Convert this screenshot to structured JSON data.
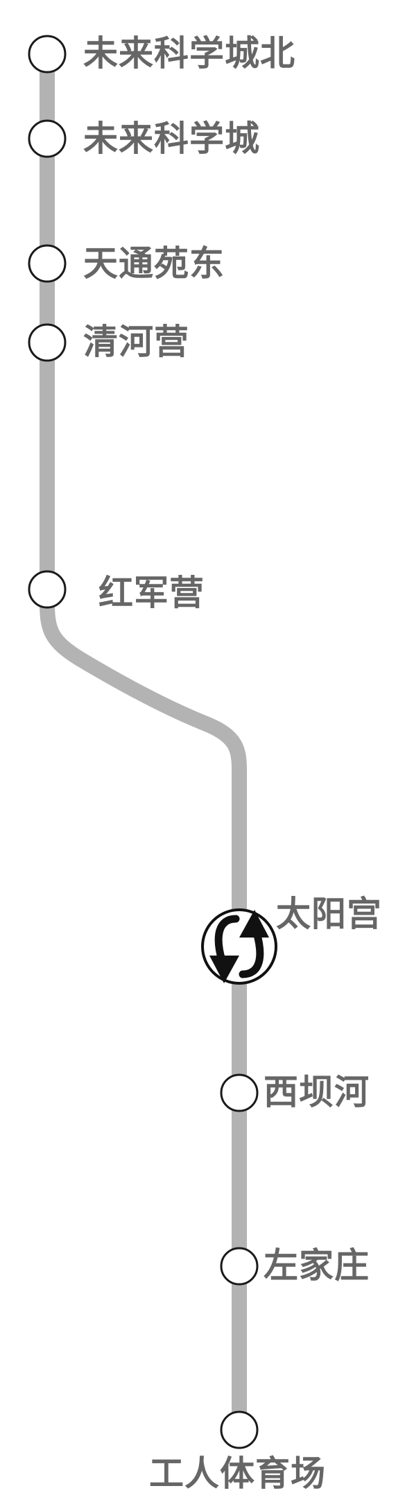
{
  "line": {
    "color": "#b3b3b3",
    "stations": [
      {
        "name": "未来科学城北",
        "transfer": false
      },
      {
        "name": "未来科学城",
        "transfer": false
      },
      {
        "name": "天通苑东",
        "transfer": false
      },
      {
        "name": "清河营",
        "transfer": false
      },
      {
        "name": "红军营",
        "transfer": false
      },
      {
        "name": "太阳宫",
        "transfer": true
      },
      {
        "name": "西坝河",
        "transfer": false
      },
      {
        "name": "左家庄",
        "transfer": false
      },
      {
        "name": "工人体育场",
        "transfer": false
      }
    ]
  },
  "colors": {
    "line": "#b3b3b3",
    "label": "#666666",
    "station_outline": "#1a1a1a",
    "transfer_icon": "#111111"
  },
  "icons": {
    "transfer": "transfer-arrows-icon"
  }
}
